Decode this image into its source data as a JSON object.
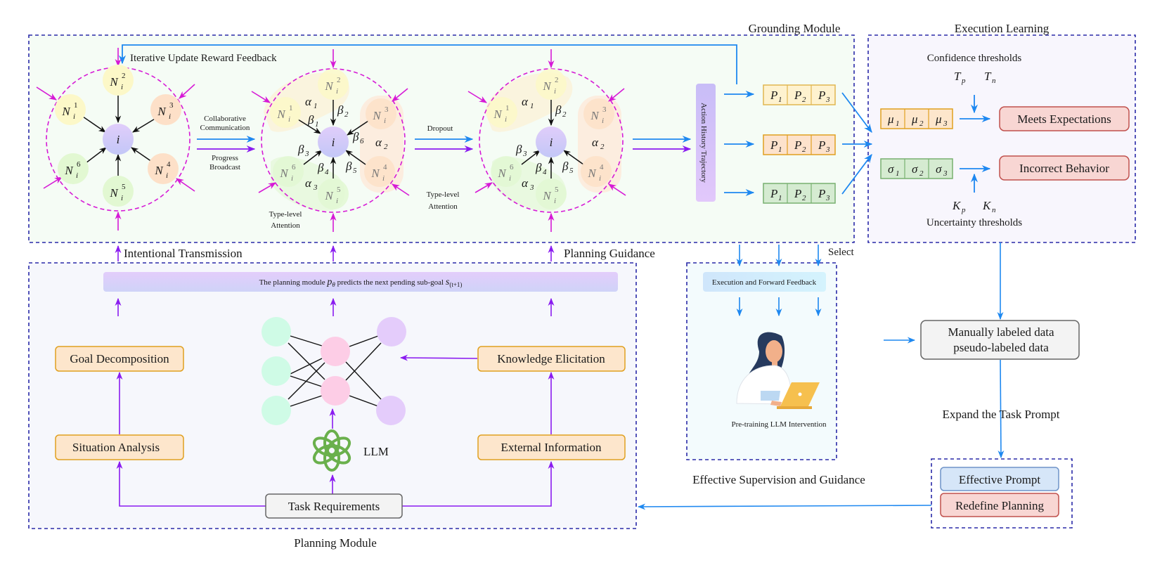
{
  "colors": {
    "blue_arrow": "#1e88f0",
    "purple_arrow": "#8a1cf0",
    "magenta": "#d61ad6",
    "frame": "#2a2aa8",
    "grounding_bg": "#f5fcf5",
    "execution_bg": "#f8f6fd",
    "planning_bg": "#f6f7fc",
    "supervision_bg": "#f3fbfd",
    "node_yellow": "#fcf8c8",
    "node_orange": "#fde0c8",
    "node_green": "#e2f8d2",
    "node_center": "#cdc4f8",
    "box_orange_fill": "#fde6cc",
    "box_orange_stroke": "#e0a020",
    "box_red_fill": "#f8d6d3",
    "box_red_stroke": "#c0504d",
    "box_blue_fill": "#d6e6f8",
    "box_blue_stroke": "#6f94c8",
    "box_gray_fill": "#f3f3f3",
    "box_gray_stroke": "#666666",
    "llm_green": "#6ab04c"
  },
  "sections": {
    "grounding": "Grounding Module",
    "execution": "Execution Learning",
    "planning": "Planning Module",
    "supervision": "Effective Supervision and Guidance"
  },
  "grounding": {
    "feedback_label": "Iterative Update Reward Feedback",
    "collab_label_1": "Collaborative",
    "collab_label_2": "Communication",
    "progress_label_1": "Progress",
    "progress_label_2": "Broadcast",
    "dropout_label": "Dropout",
    "type_attention_1": "Type-level",
    "type_attention_2": "Attention",
    "center_node": "i",
    "neighbor_base": "N",
    "neighbor_sub": "i",
    "neighbors": [
      "1",
      "2",
      "3",
      "4",
      "5",
      "6"
    ],
    "alphas": [
      "α",
      "1",
      "2",
      "3"
    ],
    "beta": "β",
    "action_history": "Action History Trajectory",
    "p_symbol": "P",
    "p_indices": [
      "1",
      "2",
      "3"
    ]
  },
  "execution": {
    "confidence_label": "Confidence thresholds",
    "uncertainty_label": "Uncertainty thresholds",
    "T_symbol": "T",
    "T_p": "p",
    "T_n": "n",
    "K_symbol": "K",
    "K_p": "p",
    "K_n": "n",
    "mu": "μ",
    "sigma": "σ",
    "indices": [
      "1",
      "2",
      "3"
    ],
    "meets": "Meets Expectations",
    "incorrect": "Incorrect Behavior"
  },
  "mid_labels": {
    "intentional": "Intentional Transmission",
    "planning_guidance": "Planning Guidance",
    "select": "Select"
  },
  "planning": {
    "banner_prefix": "The planning module ",
    "banner_p": "p",
    "banner_theta": "θ",
    "banner_mid": " predicts the next pending sub-goal ",
    "banner_s": "s",
    "banner_sub": "(t+1)",
    "goal_decomposition": "Goal Decomposition",
    "situation_analysis": "Situation Analysis",
    "knowledge_elicitation": "Knowledge Elicitation",
    "external_information": "External Information",
    "task_requirements": "Task Requirements",
    "llm_label": "LLM"
  },
  "supervision": {
    "execution_feedback": "Execution and Forward Feedback",
    "intervention": "Pre-training LLM Intervention"
  },
  "data_box": {
    "line1": "Manually labeled data",
    "line2": "pseudo-labeled data"
  },
  "expand_label": "Expand the Task Prompt",
  "prompt_box": {
    "effective": "Effective Prompt",
    "redefine": "Redefine Planning"
  }
}
